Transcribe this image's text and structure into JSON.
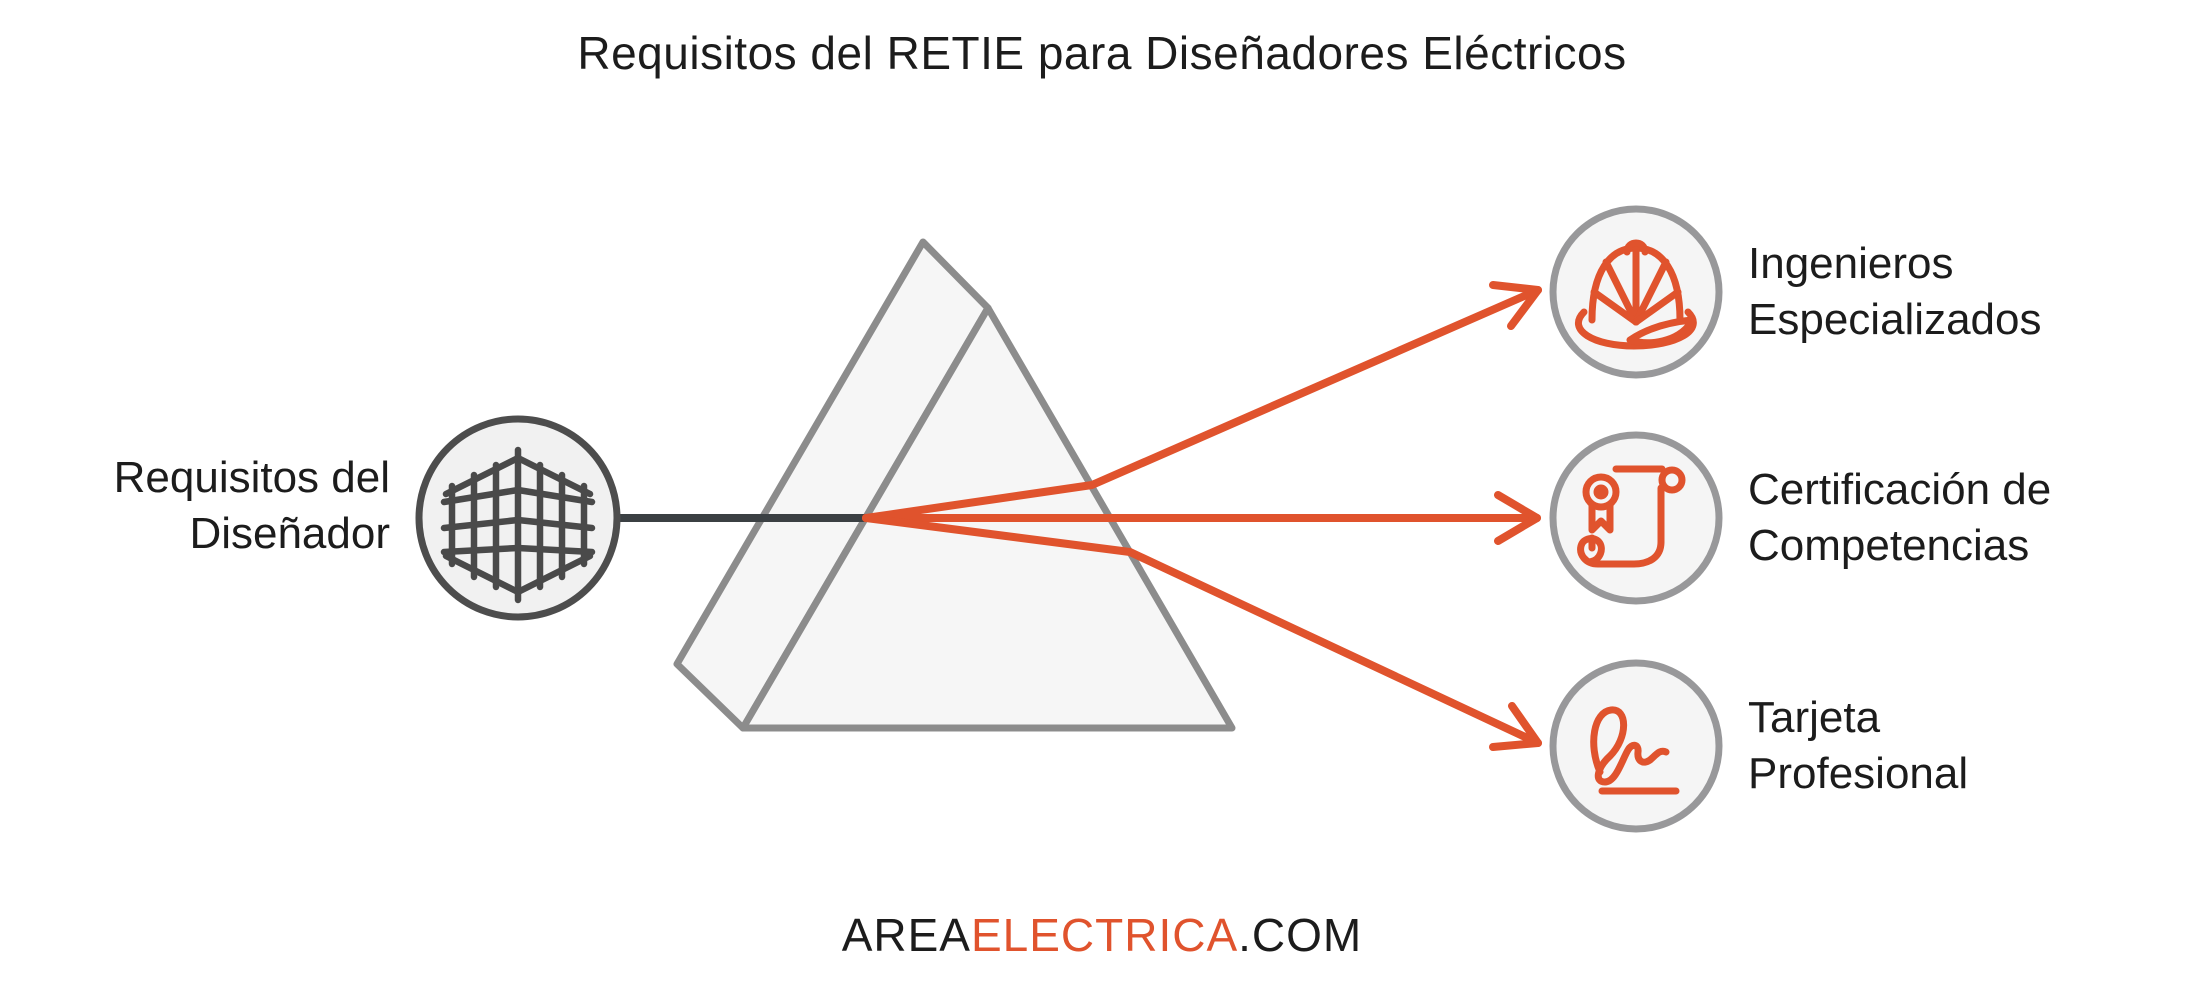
{
  "title": "Requisitos del RETIE para Diseñadores Eléctricos",
  "source_node": {
    "icon": "perspective-grid-icon",
    "label_lines": [
      "Requisitos del",
      "Diseñador"
    ]
  },
  "targets": [
    {
      "icon": "hard-hat-icon",
      "label_lines": [
        "Ingenieros",
        "Especializados"
      ]
    },
    {
      "icon": "certificate-scroll-icon",
      "label_lines": [
        "Certificación de",
        "Competencias"
      ]
    },
    {
      "icon": "signature-icon",
      "label_lines": [
        "Tarjeta",
        "Profesional"
      ]
    }
  ],
  "footer": {
    "part1": "AREA",
    "part2": "ELECTRICA",
    "part3": ".COM"
  },
  "colors": {
    "accent_orange": "#E0532D",
    "dark_beam": "#3B4043",
    "prism_stroke": "#8C8C8C",
    "prism_fill": "#F6F6F6",
    "circle_fill": "#F1F1F1",
    "source_circle_stroke": "#4D4D4D",
    "target_circle_stroke": "#98989A",
    "text": "#1C1C1C"
  }
}
